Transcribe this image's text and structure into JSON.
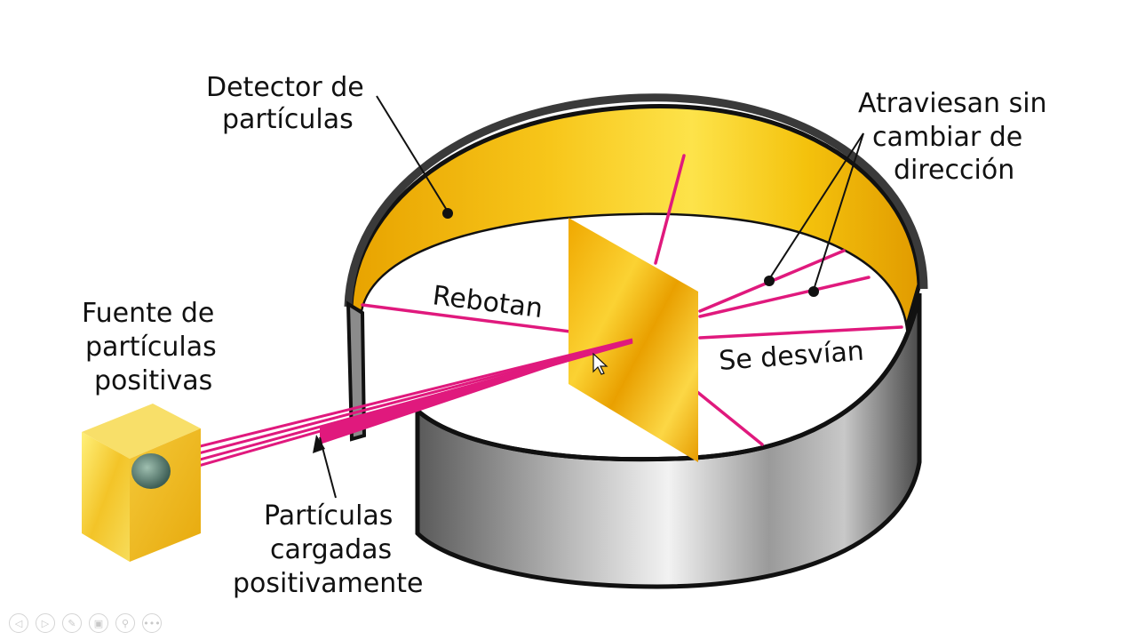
{
  "labels": {
    "detector_line1": "Detector de",
    "detector_line2": "partículas",
    "source_line1": "Fuente de",
    "source_line2": "partículas",
    "source_line3": "positivas",
    "bounce": "Rebotan",
    "deflect": "Se desvían",
    "through_line1": "Atraviesan sin",
    "through_line2": "cambiar de",
    "through_line3": "dirección",
    "particles_line1": "Partículas",
    "particles_line2": "cargadas",
    "particles_line3": "positivamente"
  },
  "colors": {
    "beam": "#e0197d",
    "foil": "#f5b400",
    "detector_inner": "#f2b705",
    "ring_outer": "#8a8a8a",
    "outline": "#111111"
  },
  "toolbar": {
    "icons": [
      "prev-icon",
      "next-icon",
      "pen-icon",
      "slides-icon",
      "zoom-icon",
      "more-icon"
    ],
    "glyphs": [
      "◁",
      "▷",
      "✎",
      "▣",
      "⚲",
      "•••"
    ]
  }
}
